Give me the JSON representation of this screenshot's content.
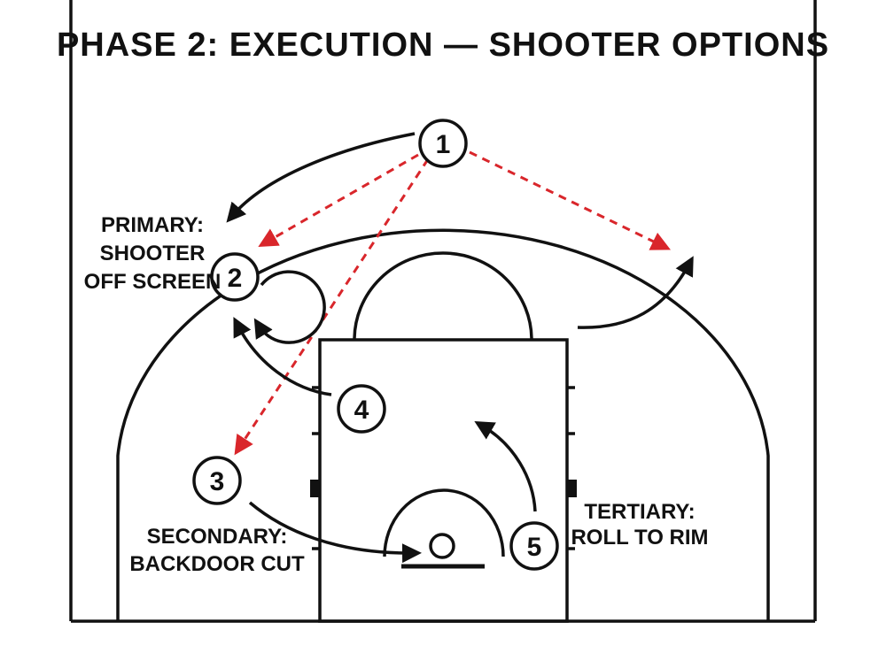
{
  "title": "PHASE 2: EXECUTION — SHOOTER OPTIONS",
  "players": [
    {
      "id": "p1",
      "number": "1"
    },
    {
      "id": "p2",
      "number": "2"
    },
    {
      "id": "p3",
      "number": "3"
    },
    {
      "id": "p4",
      "number": "4"
    },
    {
      "id": "p5",
      "number": "5"
    }
  ],
  "labels": {
    "primary": [
      "PRIMARY:",
      "SHOOTER",
      "OFF SCREEN"
    ],
    "secondary": [
      "SECONDARY:",
      "BACKDOOR CUT"
    ],
    "tertiary": [
      "TERTIARY:",
      "ROLL TO RIM"
    ]
  },
  "colors": {
    "lines": "#111111",
    "pass": "#d9262b",
    "background": "#ffffff"
  }
}
